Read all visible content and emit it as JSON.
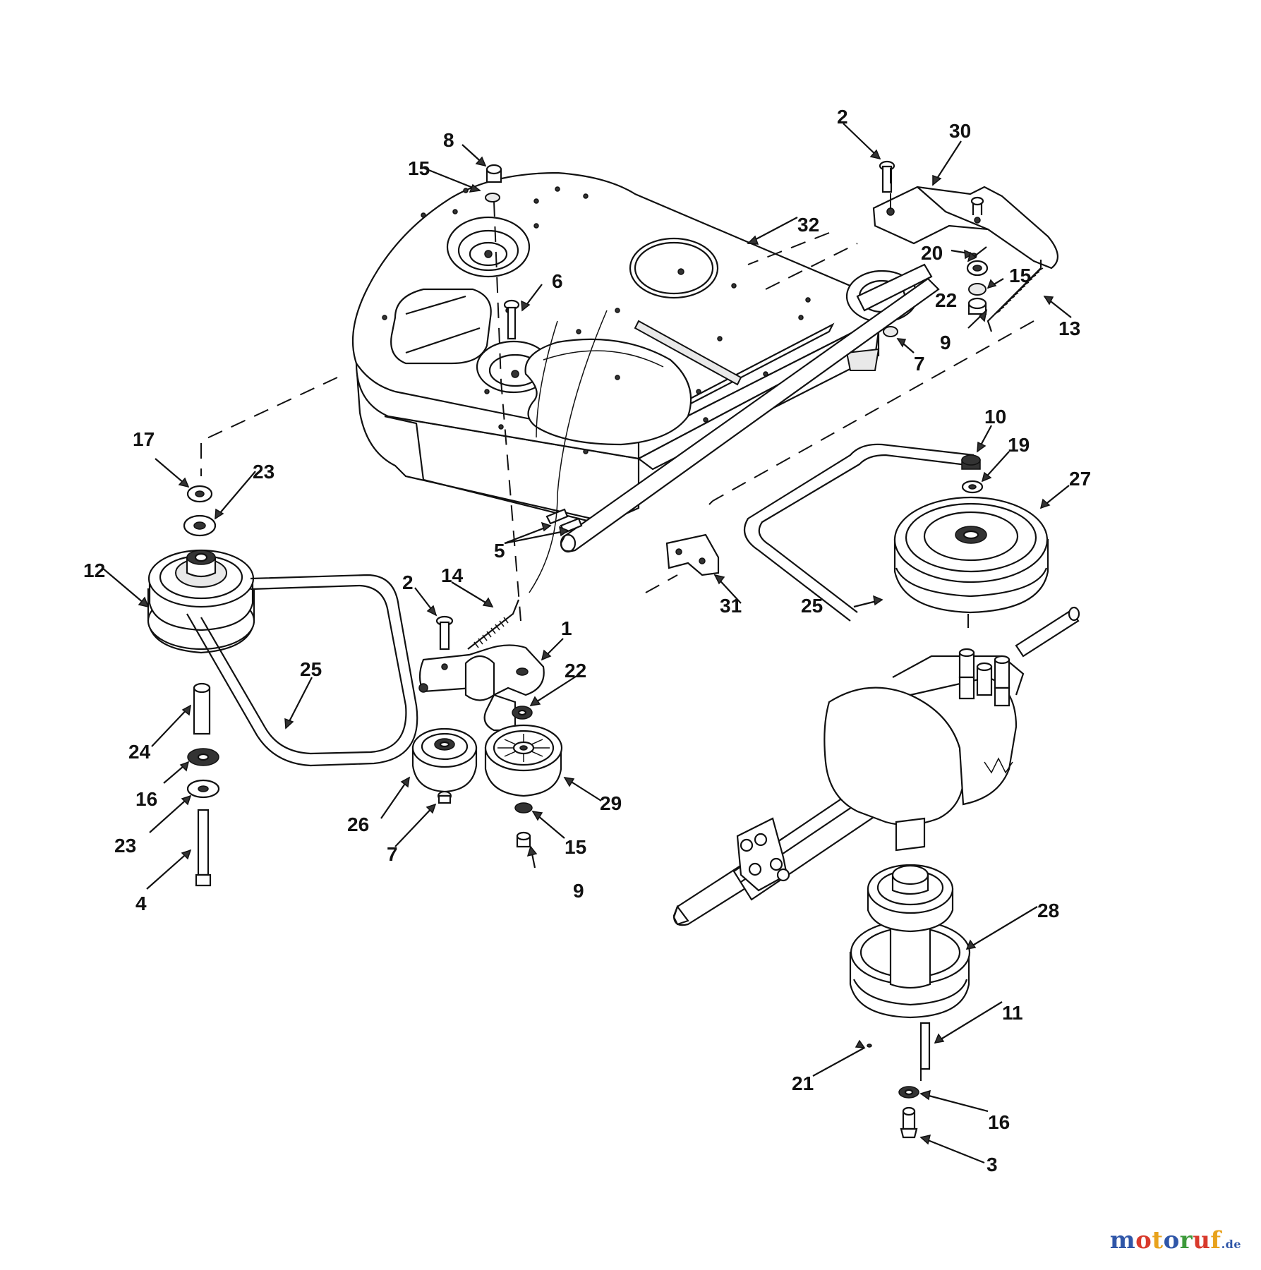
{
  "watermark": {
    "text": "motoruf",
    "suffix": ".de",
    "letter_colors": [
      "#2f56a8",
      "#d83a2c",
      "#e8a21c",
      "#2f56a8",
      "#3d9a3b",
      "#d83a2c",
      "#e8a21c"
    ]
  },
  "callouts": {
    "c8": "8",
    "c15a": "15",
    "c2a": "2",
    "c30": "30",
    "c32": "32",
    "c6": "6",
    "c20": "20",
    "c22a": "22",
    "c15b": "15",
    "c13": "13",
    "c9a": "9",
    "c7a": "7",
    "c10": "10",
    "c19": "19",
    "c27": "27",
    "c17": "17",
    "c23a": "23",
    "c12": "12",
    "c5": "5",
    "c31": "31",
    "c25a": "25",
    "c2b": "2",
    "c14": "14",
    "c1": "1",
    "c22b": "22",
    "c25b": "25",
    "c24": "24",
    "c16a": "16",
    "c23b": "23",
    "c4": "4",
    "c26": "26",
    "c7b": "7",
    "c29": "29",
    "c15c": "15",
    "c9b": "9",
    "c28": "28",
    "c11": "11",
    "c21": "21",
    "c16b": "16",
    "c3": "3"
  }
}
